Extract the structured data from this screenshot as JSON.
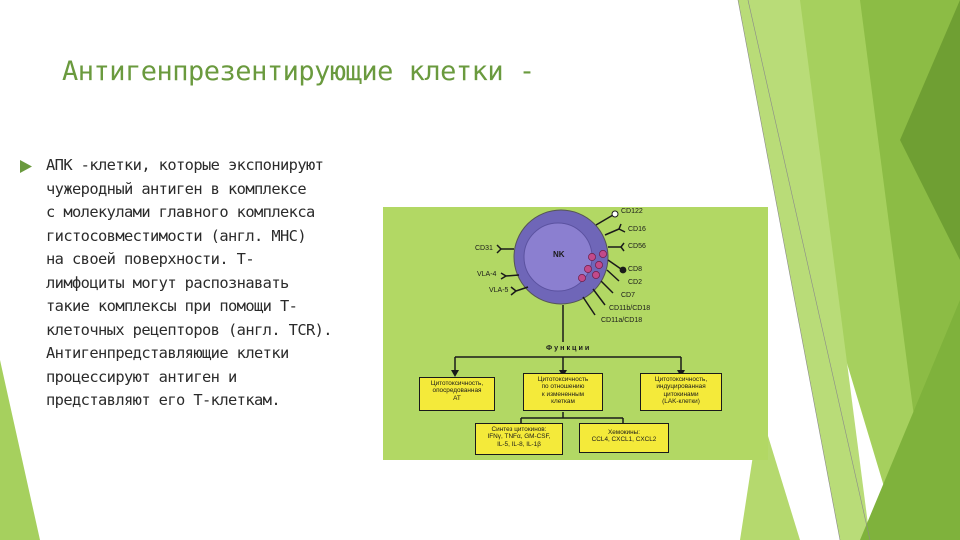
{
  "slide": {
    "title": "Антигенпрезентирующие клетки -",
    "body_lines": [
      "АПК -клетки, которые экспонируют",
      "чужеродный антиген в комплексе",
      "с молекулами главного комплекса",
      "гистосовместимости (англ. MHC)",
      "на своей поверхности. Т-",
      "лимфоциты могут распознавать",
      "такие комплексы при помощи Т-",
      "клеточных рецепторов (англ. TCR).",
      "Антигенпредставляющие клетки",
      "процессируют антиген и",
      "представляют его Т-клеткам."
    ]
  },
  "figure": {
    "cell_label": "NK",
    "receptors_right": [
      "CD122",
      "CD16",
      "CD56",
      "CD8",
      "CD2",
      "CD7",
      "CD11b/CD18",
      "CD11a/CD18"
    ],
    "receptors_left": [
      "CD31",
      "VLA-4",
      "VLA-5"
    ],
    "functions_header": "Ф у н к ц и и",
    "boxes_top": [
      [
        "Цитотоксичность,",
        "опосредованная",
        "АТ"
      ],
      [
        "Цитотоксичность",
        "по отношению",
        "к измененным",
        "клеткам"
      ],
      [
        "Цитотоксичность,",
        "индуцированная",
        "цитокинами",
        "(LAK-клетки)"
      ]
    ],
    "boxes_bottom": [
      [
        "Синтез цитокинов:",
        "IFNγ, TNFα, GM-CSF,",
        "IL-5, IL-8, IL-1β"
      ],
      [
        "Хемокины:",
        "CCL4, CXCL1, CXCL2"
      ]
    ]
  },
  "colors": {
    "title": "#6a9a3e",
    "figure_bg": "#b2d864",
    "cell_fill": "#8b7fd0",
    "box_fill": "#f4ea3a",
    "deco_green": "#8cbc45"
  }
}
